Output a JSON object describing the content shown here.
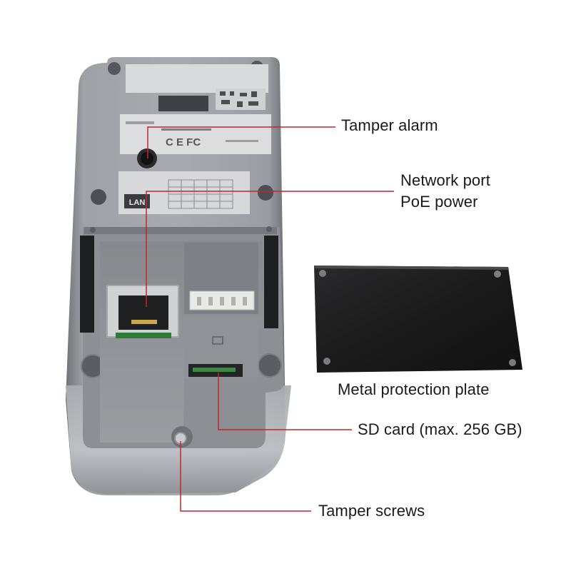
{
  "labels": {
    "tamper_alarm": "Tamper alarm",
    "network_port": "Network port",
    "poe_power": "PoE power",
    "metal_plate": "Metal protection plate",
    "sd_card": "SD card (max. 256 GB)",
    "tamper_screws": "Tamper screws"
  },
  "device_markings": {
    "lan": "LAN"
  },
  "colors": {
    "leader_line": "#c1272d",
    "housing": "#9a9ea3",
    "plate": "#1c1c1e",
    "label_text": "#1a1a1a"
  }
}
